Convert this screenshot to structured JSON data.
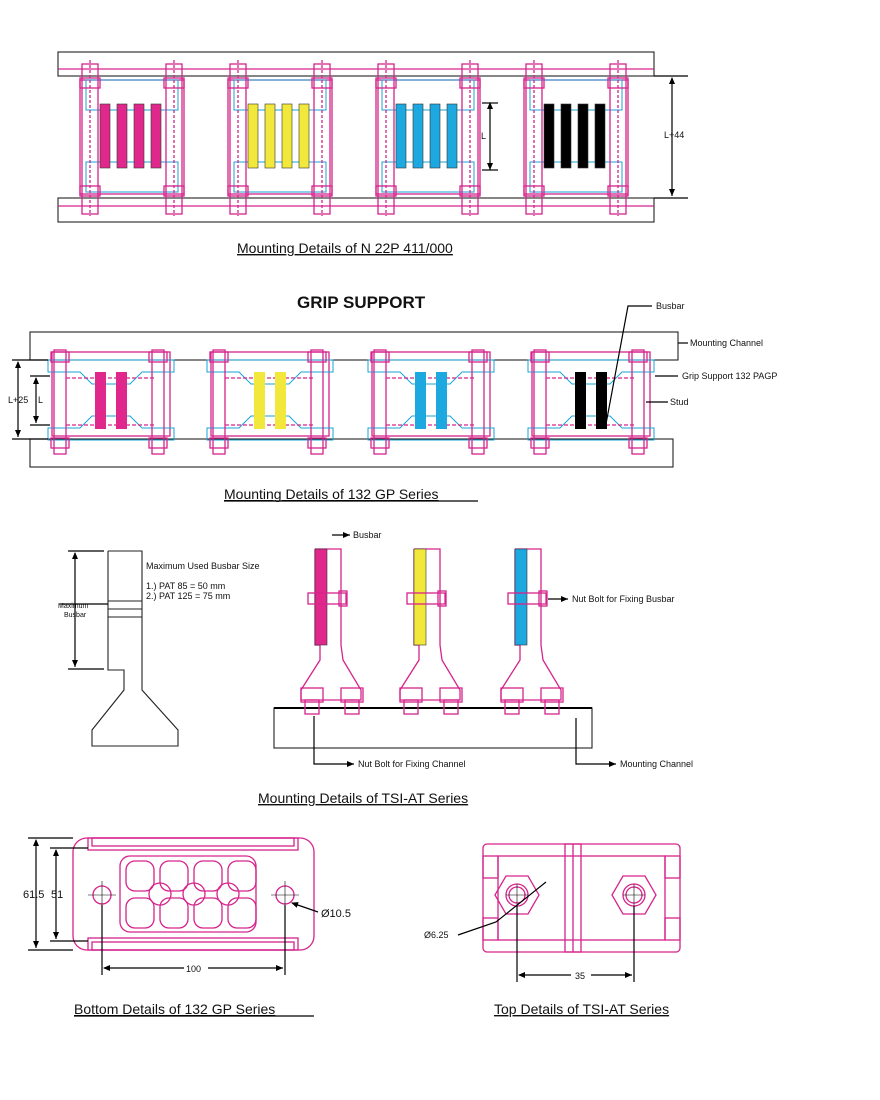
{
  "colors": {
    "magenta": "#e0288c",
    "yellow": "#f2e83c",
    "cyan": "#1ea8e0",
    "black": "#000000",
    "outline_magenta": "#d6248c",
    "outline_cyan": "#1aa3d6"
  },
  "section1": {
    "caption": "Mounting Details of N 22P 411/000",
    "dim_L": "L",
    "dim_L44": "L+44"
  },
  "section2": {
    "title": "GRIP SUPPORT",
    "caption": "Mounting Details of 132 GP Series",
    "label_busbar": "Busbar",
    "label_mounting_channel": "Mounting Channel",
    "label_grip_support": "Grip Support 132 PAGP",
    "label_stud": "Stud",
    "dim_L25": "L+25",
    "dim_L": "L"
  },
  "section3": {
    "caption": "Mounting Details of TSI-AT Series",
    "max_title": "Maximum Used Busbar Size",
    "max_line1": "1.)  PAT 85 = 50 mm",
    "max_line2": "2.)  PAT 125 = 75 mm",
    "max_busbar_1": "Maximum",
    "max_busbar_2": "Busbar",
    "label_busbar": "Busbar",
    "label_nut_bolt_busbar": "Nut Bolt for Fixing Busbar",
    "label_nut_bolt_channel": "Nut Bolt for Fixing Channel",
    "label_mounting_channel": "Mounting Channel"
  },
  "section4": {
    "caption": "Bottom Details of 132 GP Series",
    "dim_61_5": "61.5",
    "dim_51": "51",
    "dim_hole": "Ø10.5",
    "dim_100": "100"
  },
  "section5": {
    "caption": "Top Details of TSI-AT Series",
    "dim_hole": "Ø6.25",
    "dim_35": "35"
  }
}
